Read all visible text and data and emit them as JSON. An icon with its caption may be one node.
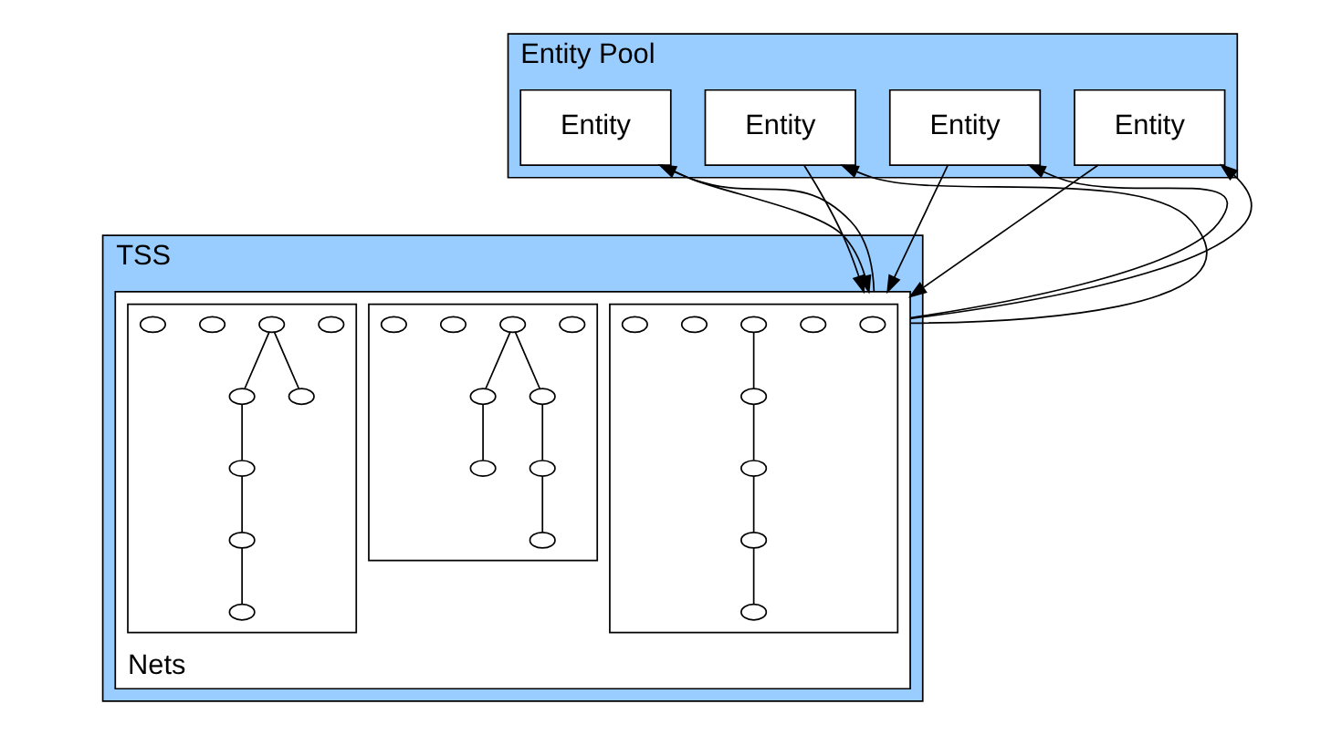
{
  "diagram": {
    "nodes": [
      {
        "text": [
          "Entity Pool"
        ]
      },
      {
        "text": [
          "Entity"
        ],
        "in": 0
      },
      {
        "text": [
          "Entity"
        ],
        "in": 0
      },
      {
        "text": [
          "Entity"
        ],
        "in": 0
      },
      {
        "text": [
          "Entity"
        ],
        "in": 0
      },
      {
        "text": [
          "TSS"
        ]
      },
      {
        "text": [
          "Nets"
        ],
        "in": 5
      },
      {
        "text": [],
        "shape": "box",
        "in": 6
      },
      {
        "text": [],
        "shape": "box",
        "in": 6
      },
      {
        "text": [],
        "shape": "box",
        "in": 6
      },
      {
        "text": [],
        "shape": "circle",
        "in": 7
      },
      {
        "text": [],
        "shape": "circle",
        "in": 7
      },
      {
        "text": [],
        "shape": "circle",
        "in": 7
      },
      {
        "text": [],
        "shape": "circle",
        "in": 7
      },
      {
        "text": [],
        "shape": "circle",
        "in": 7
      },
      {
        "text": [],
        "shape": "circle",
        "in": 7
      },
      {
        "text": [],
        "shape": "circle",
        "in": 7
      },
      {
        "text": [],
        "shape": "circle",
        "in": 7
      },
      {
        "text": [],
        "shape": "circle",
        "in": 7
      },
      {
        "text": [],
        "shape": "circle",
        "in": 8
      },
      {
        "text": [],
        "shape": "circle",
        "in": 8
      },
      {
        "text": [],
        "shape": "circle",
        "in": 8
      },
      {
        "text": [],
        "shape": "circle",
        "in": 8
      },
      {
        "text": [],
        "shape": "circle",
        "in": 8
      },
      {
        "text": [],
        "shape": "circle",
        "in": 8
      },
      {
        "text": [],
        "shape": "circle",
        "in": 8
      },
      {
        "text": [],
        "shape": "circle",
        "in": 8
      },
      {
        "text": [],
        "shape": "circle",
        "in": 8
      },
      {
        "text": [],
        "shape": "circle",
        "in": 9
      },
      {
        "text": [],
        "shape": "circle",
        "in": 9
      },
      {
        "text": [],
        "shape": "circle",
        "in": 9
      },
      {
        "text": [],
        "shape": "circle",
        "in": 9
      },
      {
        "text": [],
        "shape": "circle",
        "in": 9
      },
      {
        "text": [],
        "shape": "circle",
        "in": 9
      },
      {
        "text": [],
        "shape": "circle",
        "in": 9
      },
      {
        "text": [],
        "shape": "circle",
        "in": 9
      },
      {
        "text": [],
        "shape": "circle",
        "in": 9
      }
    ],
    "edges": [
      {
        "from": 1,
        "to": 6,
        "arrow": "to"
      },
      {
        "from": 6,
        "to": 1,
        "arrow": "to"
      },
      {
        "from": 2,
        "to": 6,
        "arrow": "to"
      },
      {
        "from": 6,
        "to": 2,
        "arrow": "to"
      },
      {
        "from": 3,
        "to": 6,
        "arrow": "to"
      },
      {
        "from": 6,
        "to": 3,
        "arrow": "to"
      },
      {
        "from": 4,
        "to": 6,
        "arrow": "to"
      },
      {
        "from": 6,
        "to": 4,
        "arrow": "to"
      },
      {
        "from": 12,
        "to": 14,
        "arrow": "none"
      },
      {
        "from": 14,
        "to": 15,
        "arrow": "none"
      },
      {
        "from": 15,
        "to": 17,
        "arrow": "none"
      },
      {
        "from": 17,
        "to": 18,
        "arrow": "none"
      },
      {
        "from": 20,
        "to": 21,
        "arrow": "none"
      },
      {
        "from": 21,
        "to": 23,
        "arrow": "none"
      },
      {
        "from": 20,
        "to": 22,
        "arrow": "none"
      },
      {
        "from": 22,
        "to": 26,
        "arrow": "none"
      },
      {
        "from": 26,
        "to": 24,
        "arrow": "none"
      },
      {
        "from": 30,
        "to": 28,
        "arrow": "none"
      },
      {
        "from": 30,
        "to": 32,
        "arrow": "none"
      },
      {
        "from": 28,
        "to": 34,
        "arrow": "none"
      },
      {
        "from": 34,
        "to": 36,
        "arrow": "none"
      },
      {
        "from": 36,
        "to": 35,
        "arrow": "none"
      }
    ]
  }
}
